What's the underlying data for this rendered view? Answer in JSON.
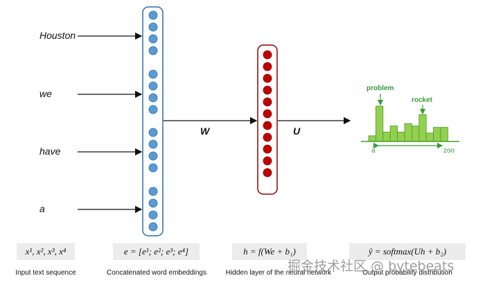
{
  "inputs": {
    "words": [
      "Houston",
      "we",
      "have",
      "a"
    ]
  },
  "weights": {
    "w_label": "W",
    "u_label": "U"
  },
  "formulas": {
    "input": "x¹, x², x³, x⁴",
    "embedding": "e = [e¹; e²; e³; e⁴]",
    "hidden": "h = f(We + b₁)",
    "output": "ŷ = softmax(Uh + b₂)"
  },
  "captions": {
    "input": "Input text sequence",
    "embedding": "Concatenated word embeddings",
    "hidden": "Hidden layer of the neural network",
    "output": "Output probability distribution"
  },
  "output_chart": {
    "label_problem": "problem",
    "label_rocket": "rocket",
    "axis_start": "a",
    "axis_end": "zoo"
  },
  "watermark": "掘金技术社区 @ bytebeats",
  "colors": {
    "embedding_node": "#5b9bd5",
    "embedding_border": "#2e6da4",
    "hidden_node": "#c00000",
    "hidden_border": "#8b0000",
    "bar_fill": "#92d050",
    "bar_stroke": "#4e9a28",
    "accent_green": "#3a9a3a"
  },
  "chart_data": {
    "type": "bar",
    "categories": [],
    "values": [
      0.12,
      0.75,
      0.2,
      0.33,
      0.2,
      0.38,
      0.33,
      0.57,
      0.18,
      0.3,
      0.3
    ],
    "ylim": [
      0,
      1
    ],
    "annotations": [
      {
        "label": "problem",
        "index": 1
      },
      {
        "label": "rocket",
        "index": 7
      }
    ]
  }
}
